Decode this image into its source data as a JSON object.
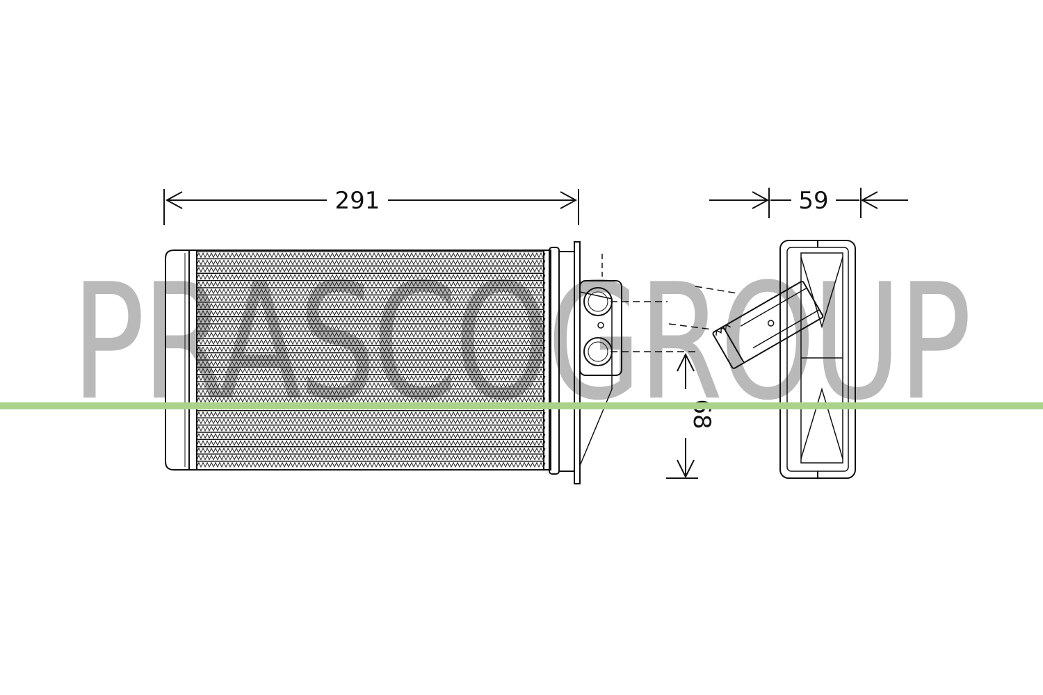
{
  "watermark": {
    "text": "PRASCOGROUP",
    "color": "#b9b9b9"
  },
  "accent_line": {
    "color": "#a9d38a"
  },
  "line_color": "#111111",
  "dimensions": {
    "width_label": "291",
    "depth_label": "59",
    "pipe_spacing_label": "68"
  },
  "views": {
    "front": {
      "fin_rows": 30
    },
    "side": {}
  }
}
